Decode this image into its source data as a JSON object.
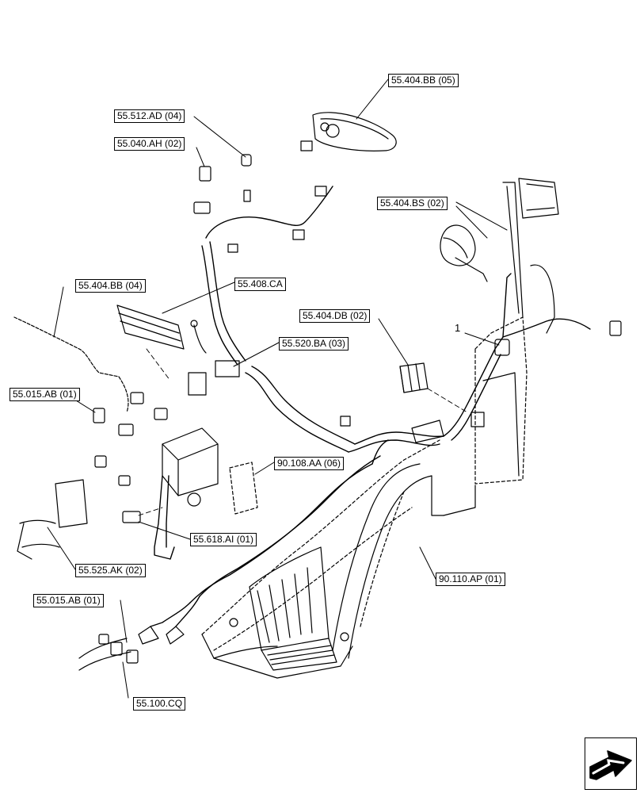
{
  "callouts": {
    "c55404bb05": "55.404.BB (05)",
    "c55512ad04": "55.512.AD (04)",
    "c55040ah02": "55.040.AH (02)",
    "c55404bs02": "55.404.BS (02)",
    "c55404bb04": "55.404.BB (04)",
    "c55408ca": "55.408.CA",
    "c55404db02": "55.404.DB (02)",
    "c55520ba03": "55.520.BA (03)",
    "c55015ab01a": "55.015.AB (01)",
    "c90108aa06": "90.108.AA (06)",
    "c55618ai01": "55.618.AI (01)",
    "c55525ak02": "55.525.AK (02)",
    "c90110ap01": "90.110.AP (01)",
    "c55015ab01b": "55.015.AB (01)",
    "c55100cq": "55.100.CQ",
    "item1": "1"
  },
  "colors": {
    "line": "#000000",
    "background": "#ffffff"
  },
  "nav_icon": "next-page-arrow-icon"
}
